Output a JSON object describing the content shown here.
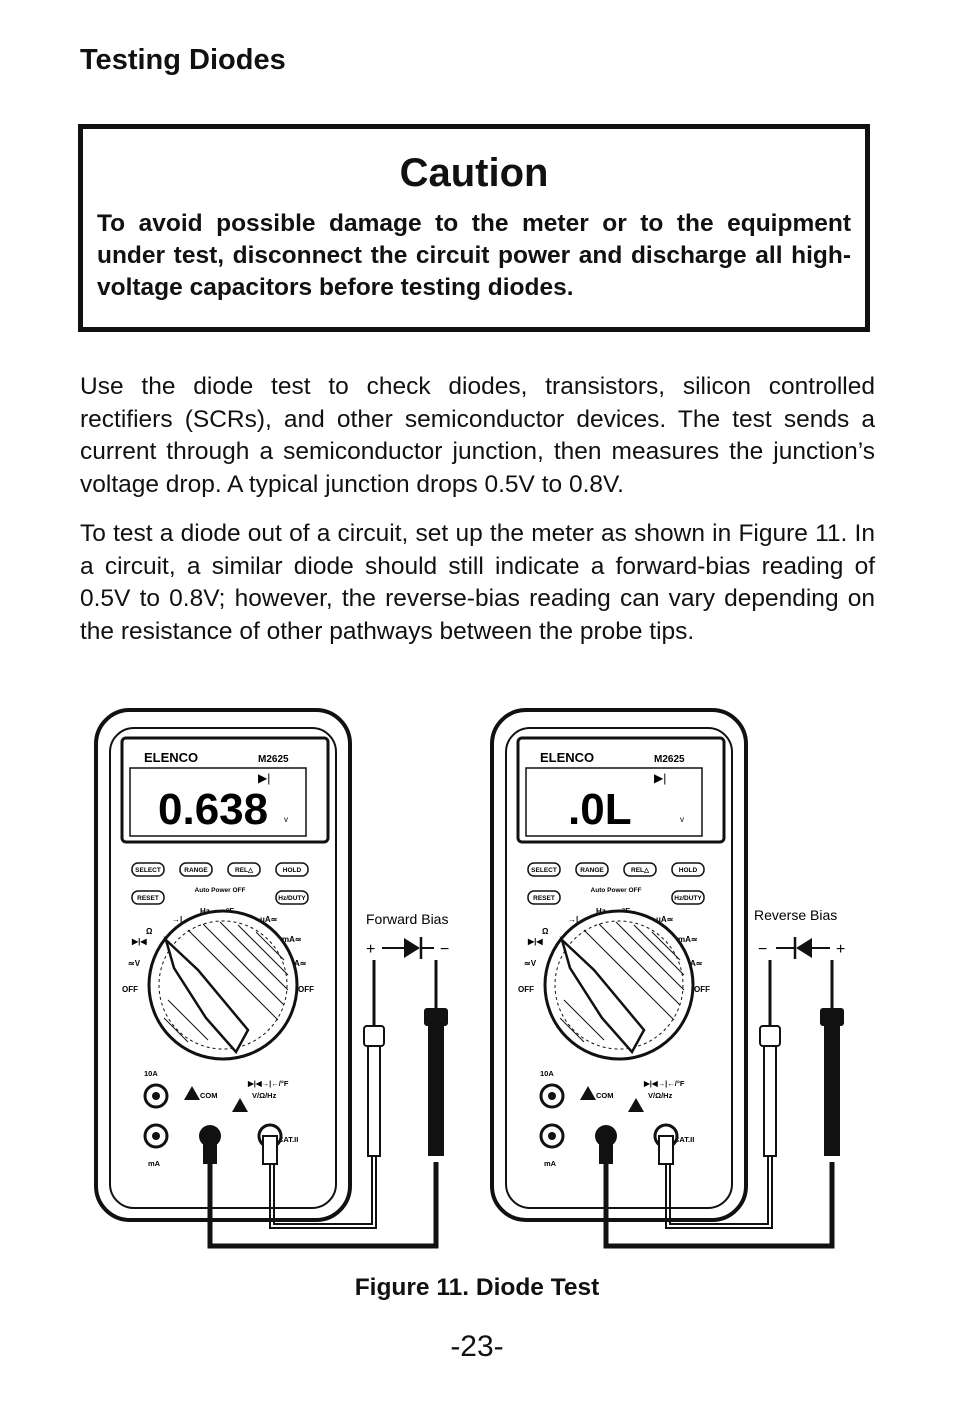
{
  "section_title": "Testing Diodes",
  "caution": {
    "title": "Caution",
    "text": "To avoid possible damage to the meter or to the equipment under test, disconnect the circuit power and discharge all high-voltage capacitors before testing diodes."
  },
  "paragraphs": [
    "Use the diode test to check diodes, transistors, silicon controlled rectifiers (SCRs), and other semiconductor devices.  The test sends a current through a semiconductor junction, then measures the junction’s voltage drop.  A typical junction drops 0.5V to 0.8V.",
    "To test a diode out of a circuit, set up the meter as shown in Figure 11.  In a circuit, a similar diode should still indicate a forward-bias reading of 0.5V to 0.8V; however, the reverse-bias reading can vary depending on the resistance of other pathways between the probe tips."
  ],
  "figure": {
    "caption": "Figure 11.  Diode Test",
    "meters": [
      {
        "brand": "ELENCO",
        "model": "M2625",
        "reading": "0.638",
        "unit": "v",
        "bias_label": "Forward  Bias",
        "plus": "+",
        "minus": "−"
      },
      {
        "brand": "ELENCO",
        "model": "M2625",
        "reading": ".0L",
        "unit": "v",
        "bias_label": "Reverse  Bias",
        "plus": "+",
        "minus": "−"
      }
    ],
    "buttons": [
      "SELECT",
      "RANGE",
      "REL△",
      "HOLD",
      "RESET",
      "Hz/DUTY"
    ],
    "auto_power_off": "Auto Power OFF",
    "dial_labels": {
      "cap": "→|←",
      "hz": "Hz",
      "temp": "°F",
      "ua": "μA≃",
      "ohm": "Ω",
      "diode": "▶|◀",
      "ma": "mA≃",
      "v": "≃V",
      "a": "A≃",
      "off_left": "OFF",
      "off_right": "OFF"
    },
    "jacks": {
      "a10": "10A",
      "com": "COM",
      "vohm": "V/Ω/Hz",
      "ma": "mA",
      "modes": "▶|◀→|←/°F",
      "cat": "CAT.II"
    }
  },
  "page_number": "-23-"
}
